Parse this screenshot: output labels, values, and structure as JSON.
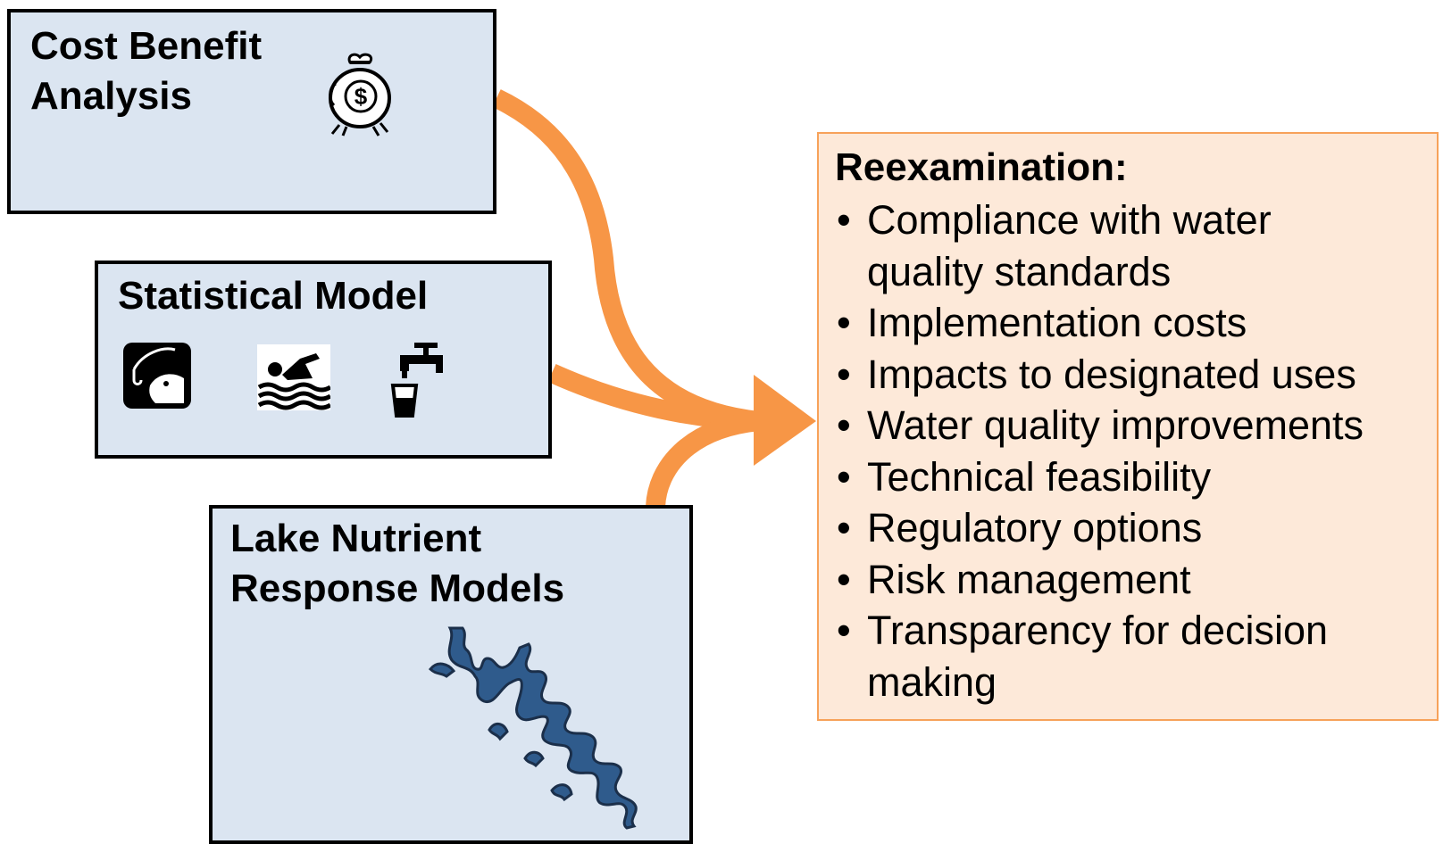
{
  "colors": {
    "box_fill": "#dbe5f1",
    "box_border": "#000000",
    "arrow": "#f79646",
    "reexam_fill": "#fde9d9",
    "reexam_border": "#f7a25a",
    "lake_fill": "#2f5b8c",
    "lake_outline": "#1b2f4a"
  },
  "boxes": {
    "cost_benefit": {
      "title": "Cost Benefit\nAnalysis",
      "icon": "money-bag-icon"
    },
    "statistical": {
      "title": "Statistical Model",
      "icons": [
        "fishing-icon",
        "swimming-icon",
        "faucet-icon"
      ]
    },
    "lake": {
      "title": "Lake Nutrient\nResponse Models",
      "icon": "lake-map-icon"
    }
  },
  "reexam": {
    "title": "Reexamination:",
    "bullet": "•",
    "items": [
      "Compliance with water\nquality standards",
      "Implementation costs",
      "Impacts to designated uses",
      "Water quality improvements",
      "Technical feasibility",
      "Regulatory options",
      "Risk management",
      "Transparency for decision\nmaking"
    ]
  }
}
